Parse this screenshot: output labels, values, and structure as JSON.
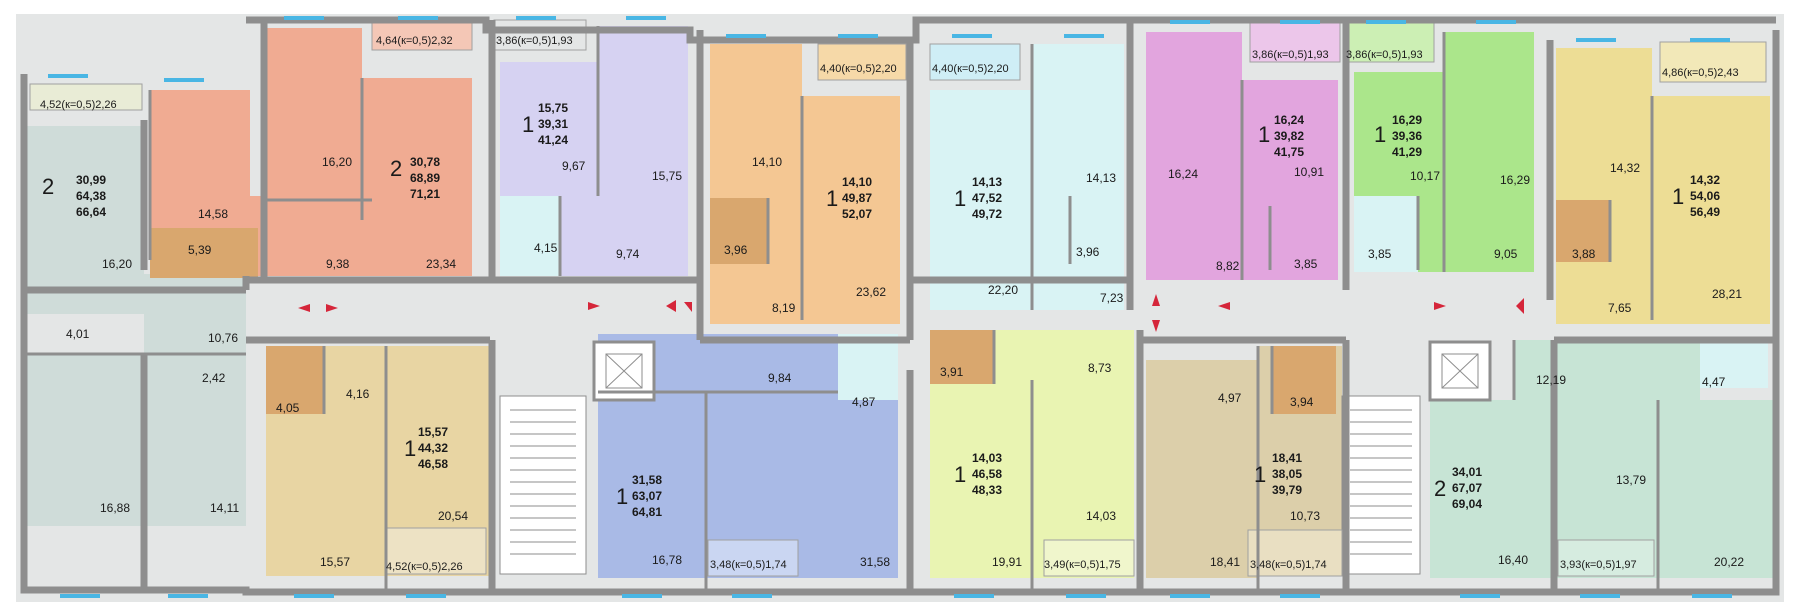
{
  "colors": {
    "wall": "#8e8e8e",
    "corridor": "#e4e6e6",
    "window": "#49b6e4",
    "door_arrow": "#d5263a",
    "apartments": {
      "apt_2room_left": "#cfdcd9",
      "apt_2room_salmon": "#f0ab92",
      "apt_1room_lavender": "#d6d2f2",
      "apt_1room_orange": "#f4c793",
      "apt_1room_cyan": "#d9f3f4",
      "apt_1room_magenta": "#e2a5de",
      "apt_1room_green": "#abe68b",
      "apt_1room_yellow": "#eddd95",
      "apt_1room_tan": "#e8d5a3",
      "apt_1room_blue": "#a9bae6",
      "apt_1room_lime": "#e9f4b2",
      "apt_1room_khaki": "#dccfaa",
      "apt_2room_mint": "#c7e4d5",
      "bathroom_tile": "#d9a76e"
    }
  },
  "apartments": [
    {
      "id": "apt_2room_left",
      "rooms": "2",
      "living": "30,99",
      "total": "64,38",
      "total_with_balcony": "66,64"
    },
    {
      "id": "apt_2room_salmon",
      "rooms": "2",
      "living": "30,78",
      "total": "68,89",
      "total_with_balcony": "71,21"
    },
    {
      "id": "apt_1room_lavender",
      "rooms": "1",
      "living": "15,75",
      "total": "39,31",
      "total_with_balcony": "41,24"
    },
    {
      "id": "apt_1room_orange",
      "rooms": "1",
      "living": "14,10",
      "total": "49,87",
      "total_with_balcony": "52,07"
    },
    {
      "id": "apt_1room_cyan",
      "rooms": "1",
      "living": "14,13",
      "total": "47,52",
      "total_with_balcony": "49,72"
    },
    {
      "id": "apt_1room_magenta",
      "rooms": "1",
      "living": "16,24",
      "total": "39,82",
      "total_with_balcony": "41,75"
    },
    {
      "id": "apt_1room_green",
      "rooms": "1",
      "living": "16,29",
      "total": "39,36",
      "total_with_balcony": "41,29"
    },
    {
      "id": "apt_1room_yellow",
      "rooms": "1",
      "living": "14,32",
      "total": "54,06",
      "total_with_balcony": "56,49"
    },
    {
      "id": "apt_1room_tan",
      "rooms": "1",
      "living": "15,57",
      "total": "44,32",
      "total_with_balcony": "46,58"
    },
    {
      "id": "apt_1room_blue",
      "rooms": "1",
      "living": "31,58",
      "total": "63,07",
      "total_with_balcony": "64,81"
    },
    {
      "id": "apt_1room_lime",
      "rooms": "1",
      "living": "14,03",
      "total": "46,58",
      "total_with_balcony": "48,33"
    },
    {
      "id": "apt_1room_khaki",
      "rooms": "1",
      "living": "18,41",
      "total": "38,05",
      "total_with_balcony": "39,79"
    },
    {
      "id": "apt_2room_mint",
      "rooms": "2",
      "living": "34,01",
      "total": "67,07",
      "total_with_balcony": "69,04"
    }
  ],
  "balconies": [
    "4,52(к=0,5)2,26",
    "4,64(к=0,5)2,32",
    "3,86(к=0,5)1,93",
    "4,40(к=0,5)2,20",
    "4,40(к=0,5)2,20",
    "3,86(к=0,5)1,93",
    "3,86(к=0,5)1,93",
    "4,86(к=0,5)2,43",
    "4,52(к=0,5)2,26",
    "3,48(к=0,5)1,74",
    "3,49(к=0,5)1,75",
    "3,48(к=0,5)1,74",
    "3,93(к=0,5)1,97"
  ],
  "room_areas": [
    "16,20",
    "10,76",
    "16,88",
    "14,11",
    "4,01",
    "2,42",
    "16,20",
    "14,58",
    "5,39",
    "9,38",
    "23,34",
    "9,67",
    "15,75",
    "4,15",
    "9,74",
    "14,10",
    "3,96",
    "8,19",
    "23,62",
    "14,13",
    "22,20",
    "3,96",
    "7,23",
    "16,24",
    "10,91",
    "8,82",
    "3,85",
    "10,17",
    "16,29",
    "3,85",
    "9,05",
    "14,32",
    "3,88",
    "7,65",
    "28,21",
    "4,05",
    "4,16",
    "15,57",
    "20,54",
    "9,84",
    "4,87",
    "16,78",
    "31,58",
    "3,91",
    "8,73",
    "19,91",
    "14,03",
    "4,97",
    "3,94",
    "18,41",
    "10,73",
    "12,19",
    "4,47",
    "13,79",
    "16,40",
    "20,22"
  ]
}
